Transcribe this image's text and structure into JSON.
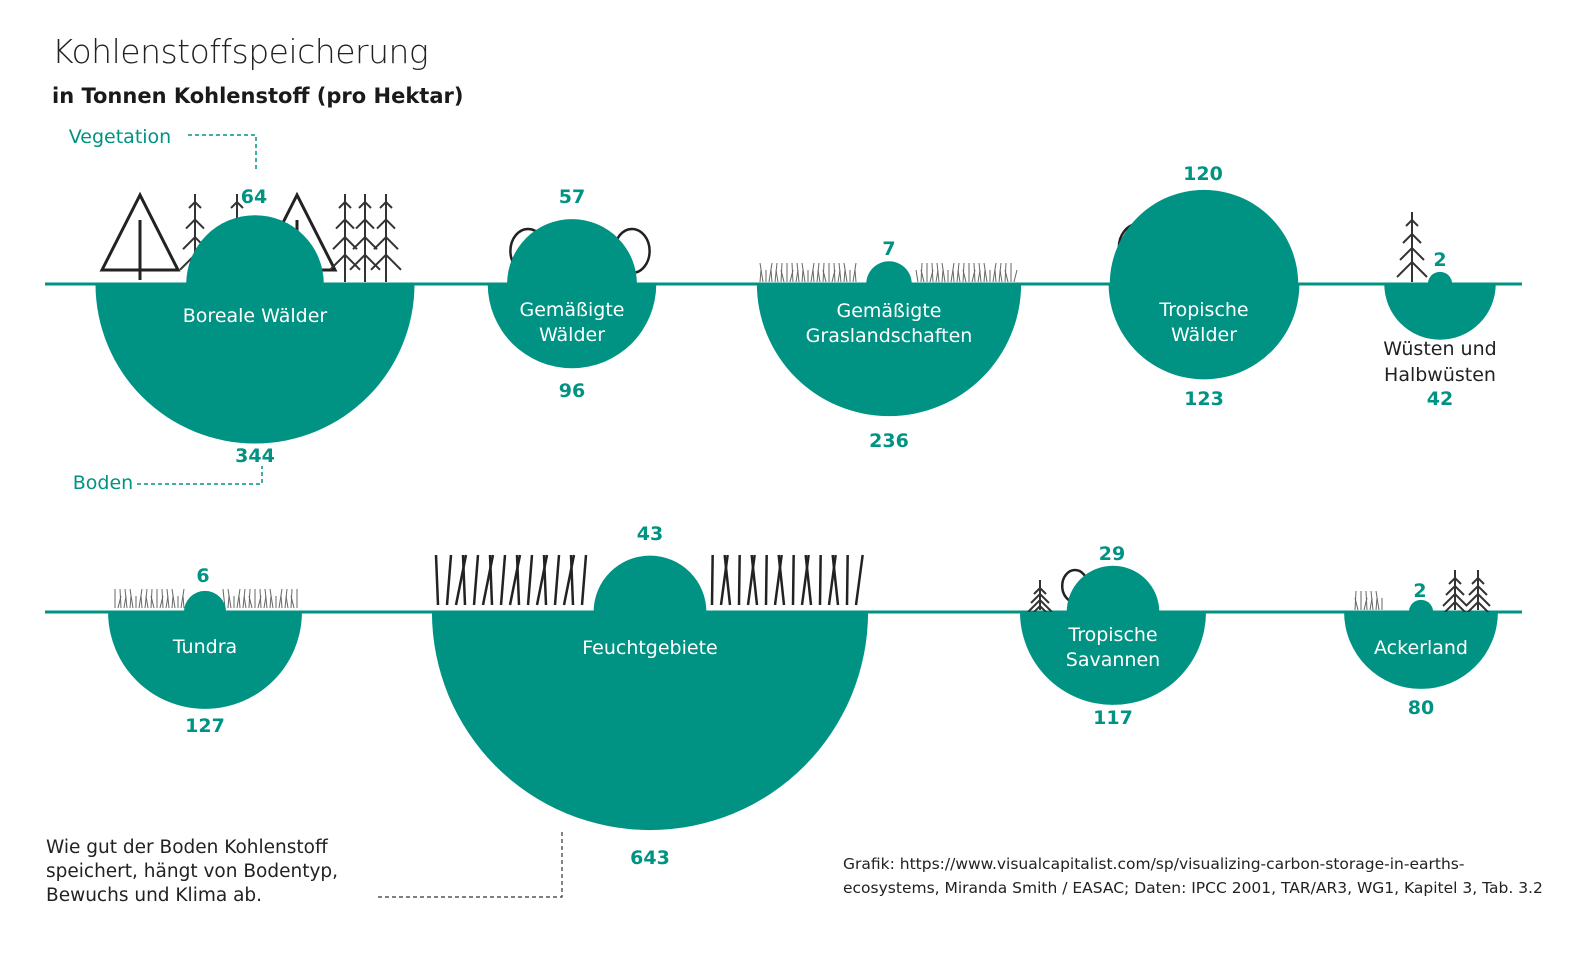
{
  "title": "Kohlenstoffspeicherung",
  "subtitle": "in Tonnen Kohlenstoff (pro Hektar)",
  "legend": {
    "vegetation": "Vegetation",
    "soil": "Boden"
  },
  "note": [
    "Wie gut der Boden Kohlenstoff",
    "speichert, hängt von Bodentyp,",
    "Bewuchs und Klima ab."
  ],
  "source": [
    "Grafik: https://www.visualcapitalist.com/sp/visualizing-carbon-storage-in-earths-",
    "ecosystems, Miranda Smith / EASAC; Daten: IPCC 2001, TAR/AR3, WG1, Kapitel 3, Tab. 3.2"
  ],
  "colors": {
    "teal": "#009383",
    "text": "#222222",
    "icon": "#333333"
  },
  "chart_data": {
    "type": "semicircle-bubble",
    "title": "Kohlenstoffspeicherung",
    "unit": "t C / ha",
    "series": [
      "Vegetation",
      "Boden"
    ],
    "biomes": [
      {
        "name": "Boreale Wälder",
        "label_lines": [
          "Boreale Wälder"
        ],
        "vegetation": 64,
        "soil": 344
      },
      {
        "name": "Gemäßigte Wälder",
        "label_lines": [
          "Gemäßigte",
          "Wälder"
        ],
        "vegetation": 57,
        "soil": 96
      },
      {
        "name": "Gemäßigte Graslandschaften",
        "label_lines": [
          "Gemäßigte",
          "Graslandschaften"
        ],
        "vegetation": 7,
        "soil": 236
      },
      {
        "name": "Tropische Wälder",
        "label_lines": [
          "Tropische",
          "Wälder"
        ],
        "vegetation": 120,
        "soil": 123
      },
      {
        "name": "Wüsten und Halbwüsten",
        "label_lines": [
          "Wüsten und",
          "Halbwüsten"
        ],
        "vegetation": 2,
        "soil": 42
      },
      {
        "name": "Tundra",
        "label_lines": [
          "Tundra"
        ],
        "vegetation": 6,
        "soil": 127
      },
      {
        "name": "Feuchtgebiete",
        "label_lines": [
          "Feuchtgebiete"
        ],
        "vegetation": 43,
        "soil": 643
      },
      {
        "name": "Tropische Savannen",
        "label_lines": [
          "Tropische",
          "Savannen"
        ],
        "vegetation": 29,
        "soil": 117
      },
      {
        "name": "Ackerland",
        "label_lines": [
          "Ackerland"
        ],
        "vegetation": 2,
        "soil": 80
      }
    ]
  }
}
